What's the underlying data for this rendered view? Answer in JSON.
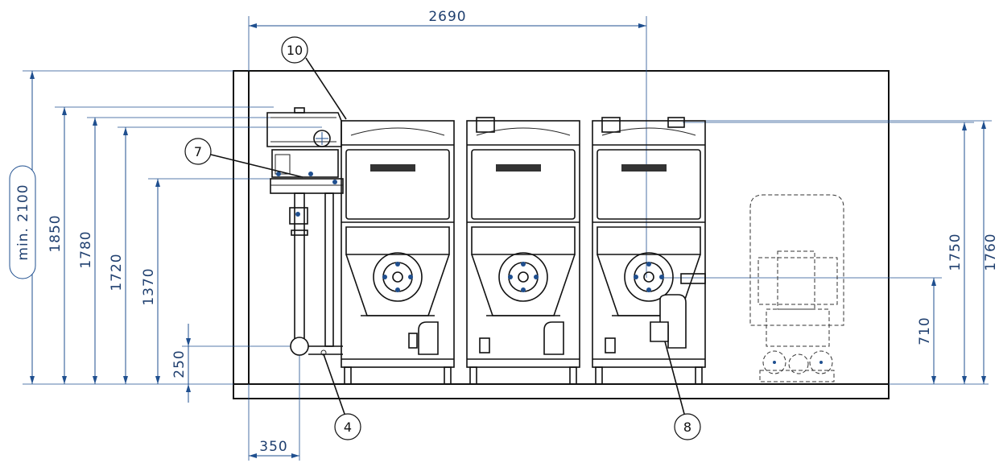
{
  "dimensions": {
    "width_total": "2690",
    "min_height": "min. 2100",
    "h1850": "1850",
    "h1780": "1780",
    "h1720": "1720",
    "h1370": "1370",
    "h250": "250",
    "w350": "350",
    "h1750": "1750",
    "h1760": "1760",
    "h710": "710"
  },
  "callouts": {
    "c10": "10",
    "c7": "7",
    "c4": "4",
    "c8": "8"
  },
  "colors": {
    "dimension_line": "#1f4f8f",
    "drawing_line": "#111111"
  }
}
